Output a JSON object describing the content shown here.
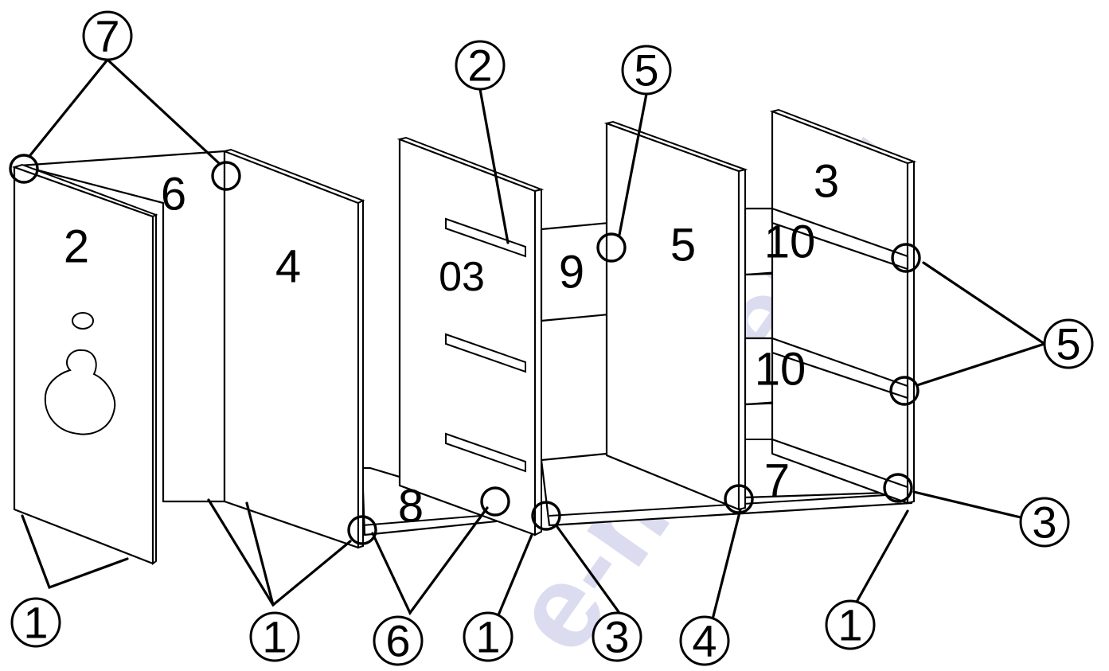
{
  "watermark": "e-mebel.ru",
  "panels": {
    "left_side": "2",
    "top_left": "6",
    "partition_a": "4",
    "partition_b": "03",
    "small_front": "9",
    "partition_c": "5",
    "right_side": "3",
    "shelf_upper": "10",
    "shelf_lower": "10",
    "bottom_left": "8",
    "bottom_right": "7"
  },
  "callouts": {
    "c7_top": "7",
    "c2_top": "2",
    "c5_top": "5",
    "c5_right": "5",
    "c3_right": "3",
    "c1_a": "1",
    "c1_b": "1",
    "c6_bottom": "6",
    "c1_c": "1",
    "c3_bottom": "3",
    "c4_bottom": "4",
    "c1_d": "1"
  }
}
